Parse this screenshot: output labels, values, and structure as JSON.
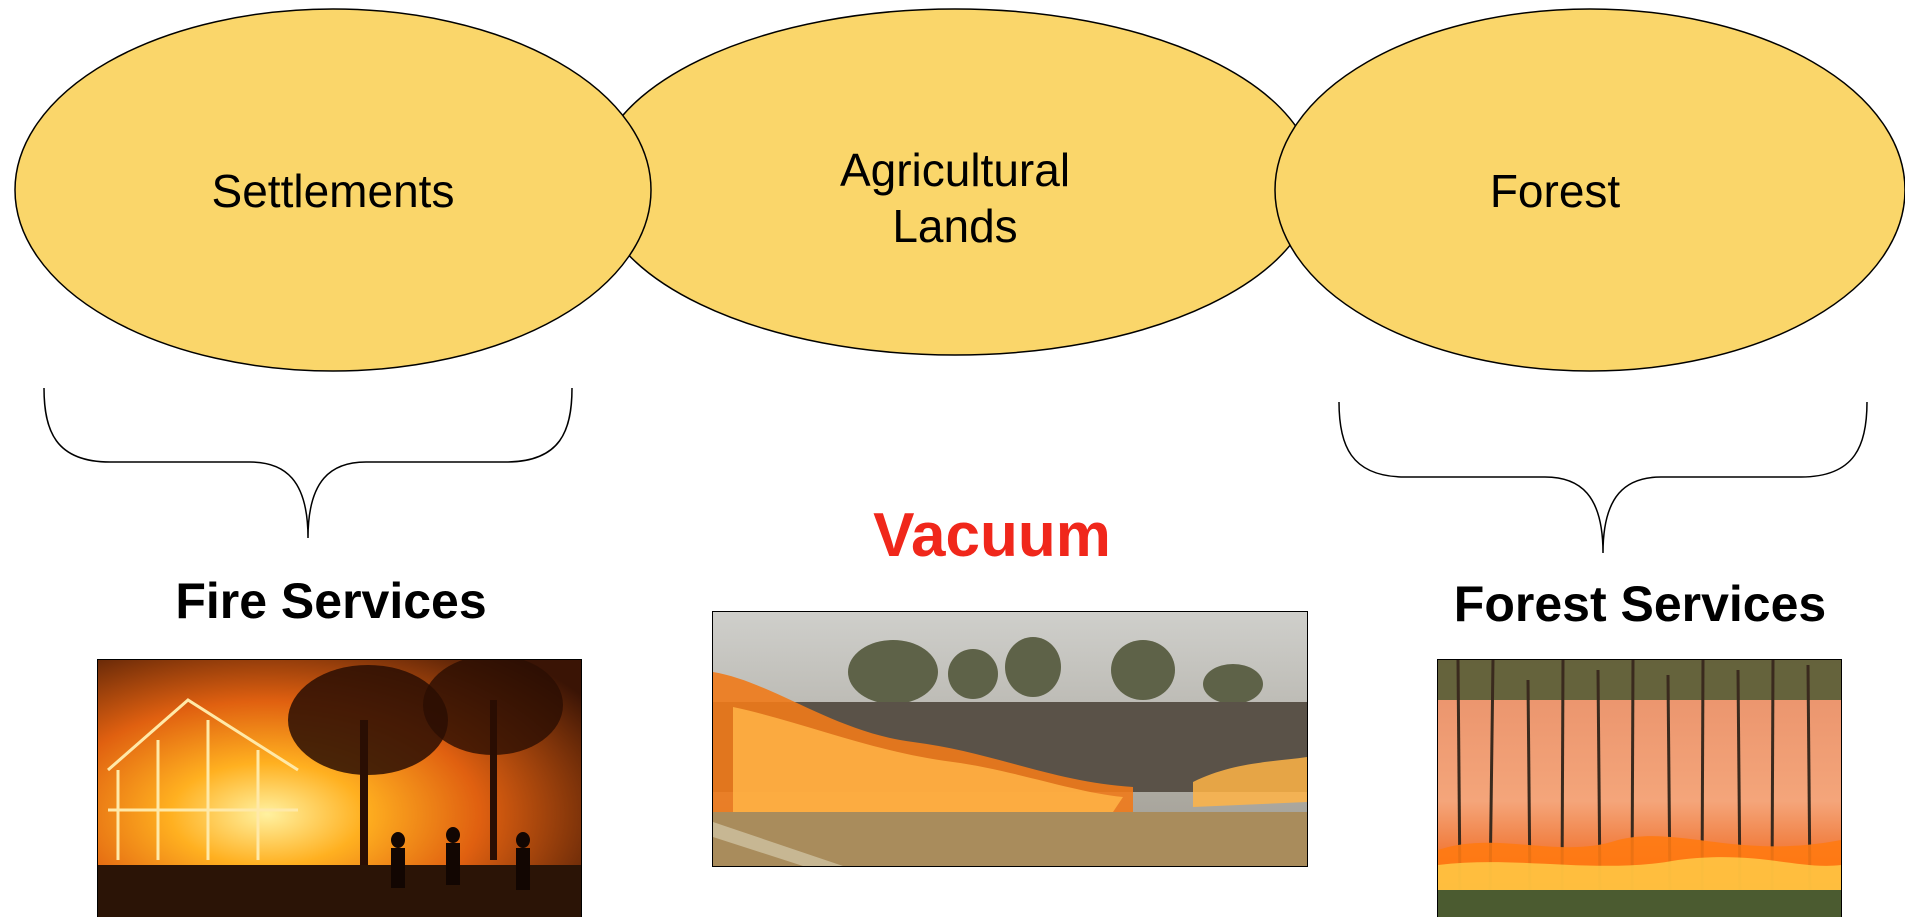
{
  "zones": {
    "settlements": "Settlements",
    "agricultural_line1": "Agricultural",
    "agricultural_line2": "Lands",
    "forest": "Forest"
  },
  "services": {
    "fire": "Fire Services",
    "vacuum": "Vacuum",
    "forest": "Forest Services"
  },
  "colors": {
    "ellipse_fill": "#FAD66A",
    "vacuum_text": "#F0271B"
  },
  "images": {
    "settlement_fire": "burning-house-photo",
    "grass_fire": "grassland-fire-photo",
    "forest_fire": "forest-fire-photo"
  }
}
